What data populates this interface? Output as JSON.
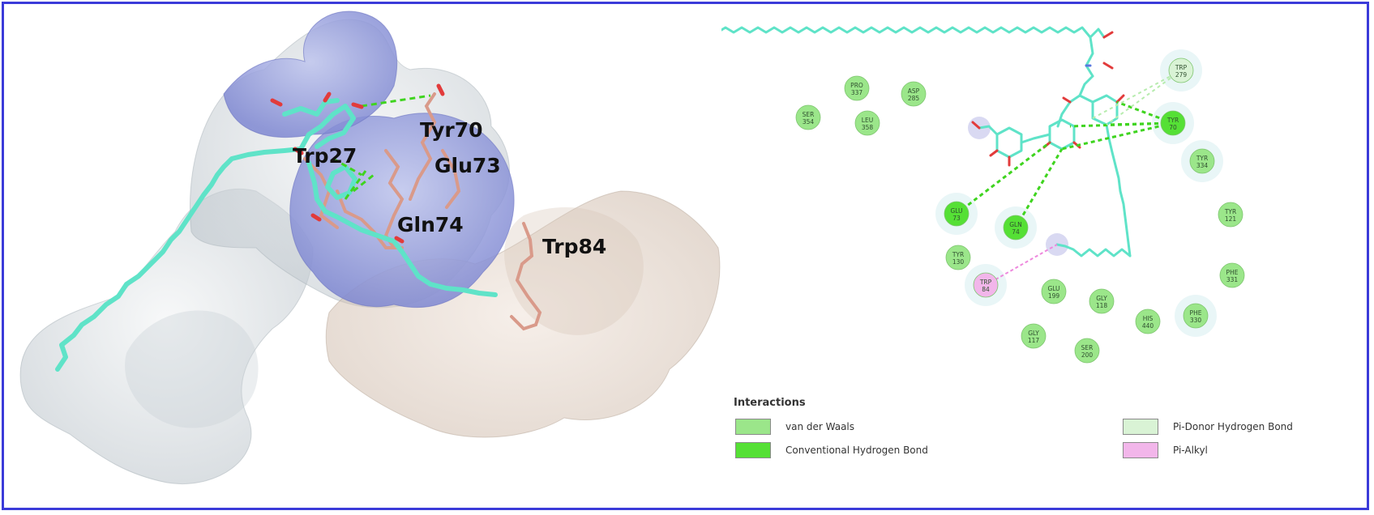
{
  "left_panel": {
    "residue_labels": [
      "Tyr70",
      "Trp27",
      "Glu73",
      "Gln74",
      "Trp84"
    ]
  },
  "right_panel": {
    "residues": [
      {
        "id": "pro337",
        "name": "PRO",
        "num": "337",
        "type": "vdw"
      },
      {
        "id": "asp285",
        "name": "ASP",
        "num": "285",
        "type": "vdw"
      },
      {
        "id": "ser354",
        "name": "SER",
        "num": "354",
        "type": "vdw"
      },
      {
        "id": "leu358",
        "name": "LEU",
        "num": "358",
        "type": "vdw"
      },
      {
        "id": "trp279",
        "name": "TRP",
        "num": "279",
        "type": "pi_donor"
      },
      {
        "id": "tyr70",
        "name": "TYR",
        "num": "70",
        "type": "conv_hbond"
      },
      {
        "id": "tyr334",
        "name": "TYR",
        "num": "334",
        "type": "vdw"
      },
      {
        "id": "tyr121",
        "name": "TYR",
        "num": "121",
        "type": "vdw"
      },
      {
        "id": "glu73",
        "name": "GLU",
        "num": "73",
        "type": "conv_hbond"
      },
      {
        "id": "gln74",
        "name": "GLN",
        "num": "74",
        "type": "conv_hbond"
      },
      {
        "id": "tyr130",
        "name": "TYR",
        "num": "130",
        "type": "vdw"
      },
      {
        "id": "trp84",
        "name": "TRP",
        "num": "84",
        "type": "pi_alkyl"
      },
      {
        "id": "glu199",
        "name": "GLU",
        "num": "199",
        "type": "vdw"
      },
      {
        "id": "gly118",
        "name": "GLY",
        "num": "118",
        "type": "vdw"
      },
      {
        "id": "his440",
        "name": "HIS",
        "num": "440",
        "type": "vdw"
      },
      {
        "id": "phe330",
        "name": "PHE",
        "num": "330",
        "type": "vdw"
      },
      {
        "id": "phe331",
        "name": "PHE",
        "num": "331",
        "type": "vdw"
      },
      {
        "id": "gly117",
        "name": "GLY",
        "num": "117",
        "type": "vdw"
      },
      {
        "id": "ser200",
        "name": "SER",
        "num": "200",
        "type": "vdw"
      }
    ]
  },
  "legend": {
    "title": "Interactions",
    "items": [
      {
        "key": "vdw",
        "label": "van der Waals",
        "color": "#9be68a"
      },
      {
        "key": "conv_hbond",
        "label": "Conventional Hydrogen Bond",
        "color": "#55e035"
      },
      {
        "key": "pi_donor",
        "label": "Pi-Donor Hydrogen Bond",
        "color": "#d9f3d5"
      },
      {
        "key": "pi_alkyl",
        "label": "Pi-Alkyl",
        "color": "#f2b6ea"
      }
    ]
  },
  "colors": {
    "frame": "#3b3bd9",
    "ligand": "#5fe3c8",
    "hbond_line": "#3fd41f",
    "pi_alkyl_line": "#ee88dd",
    "pi_donor_line": "#b7ecae",
    "residue_stick": "#d99a8a"
  }
}
